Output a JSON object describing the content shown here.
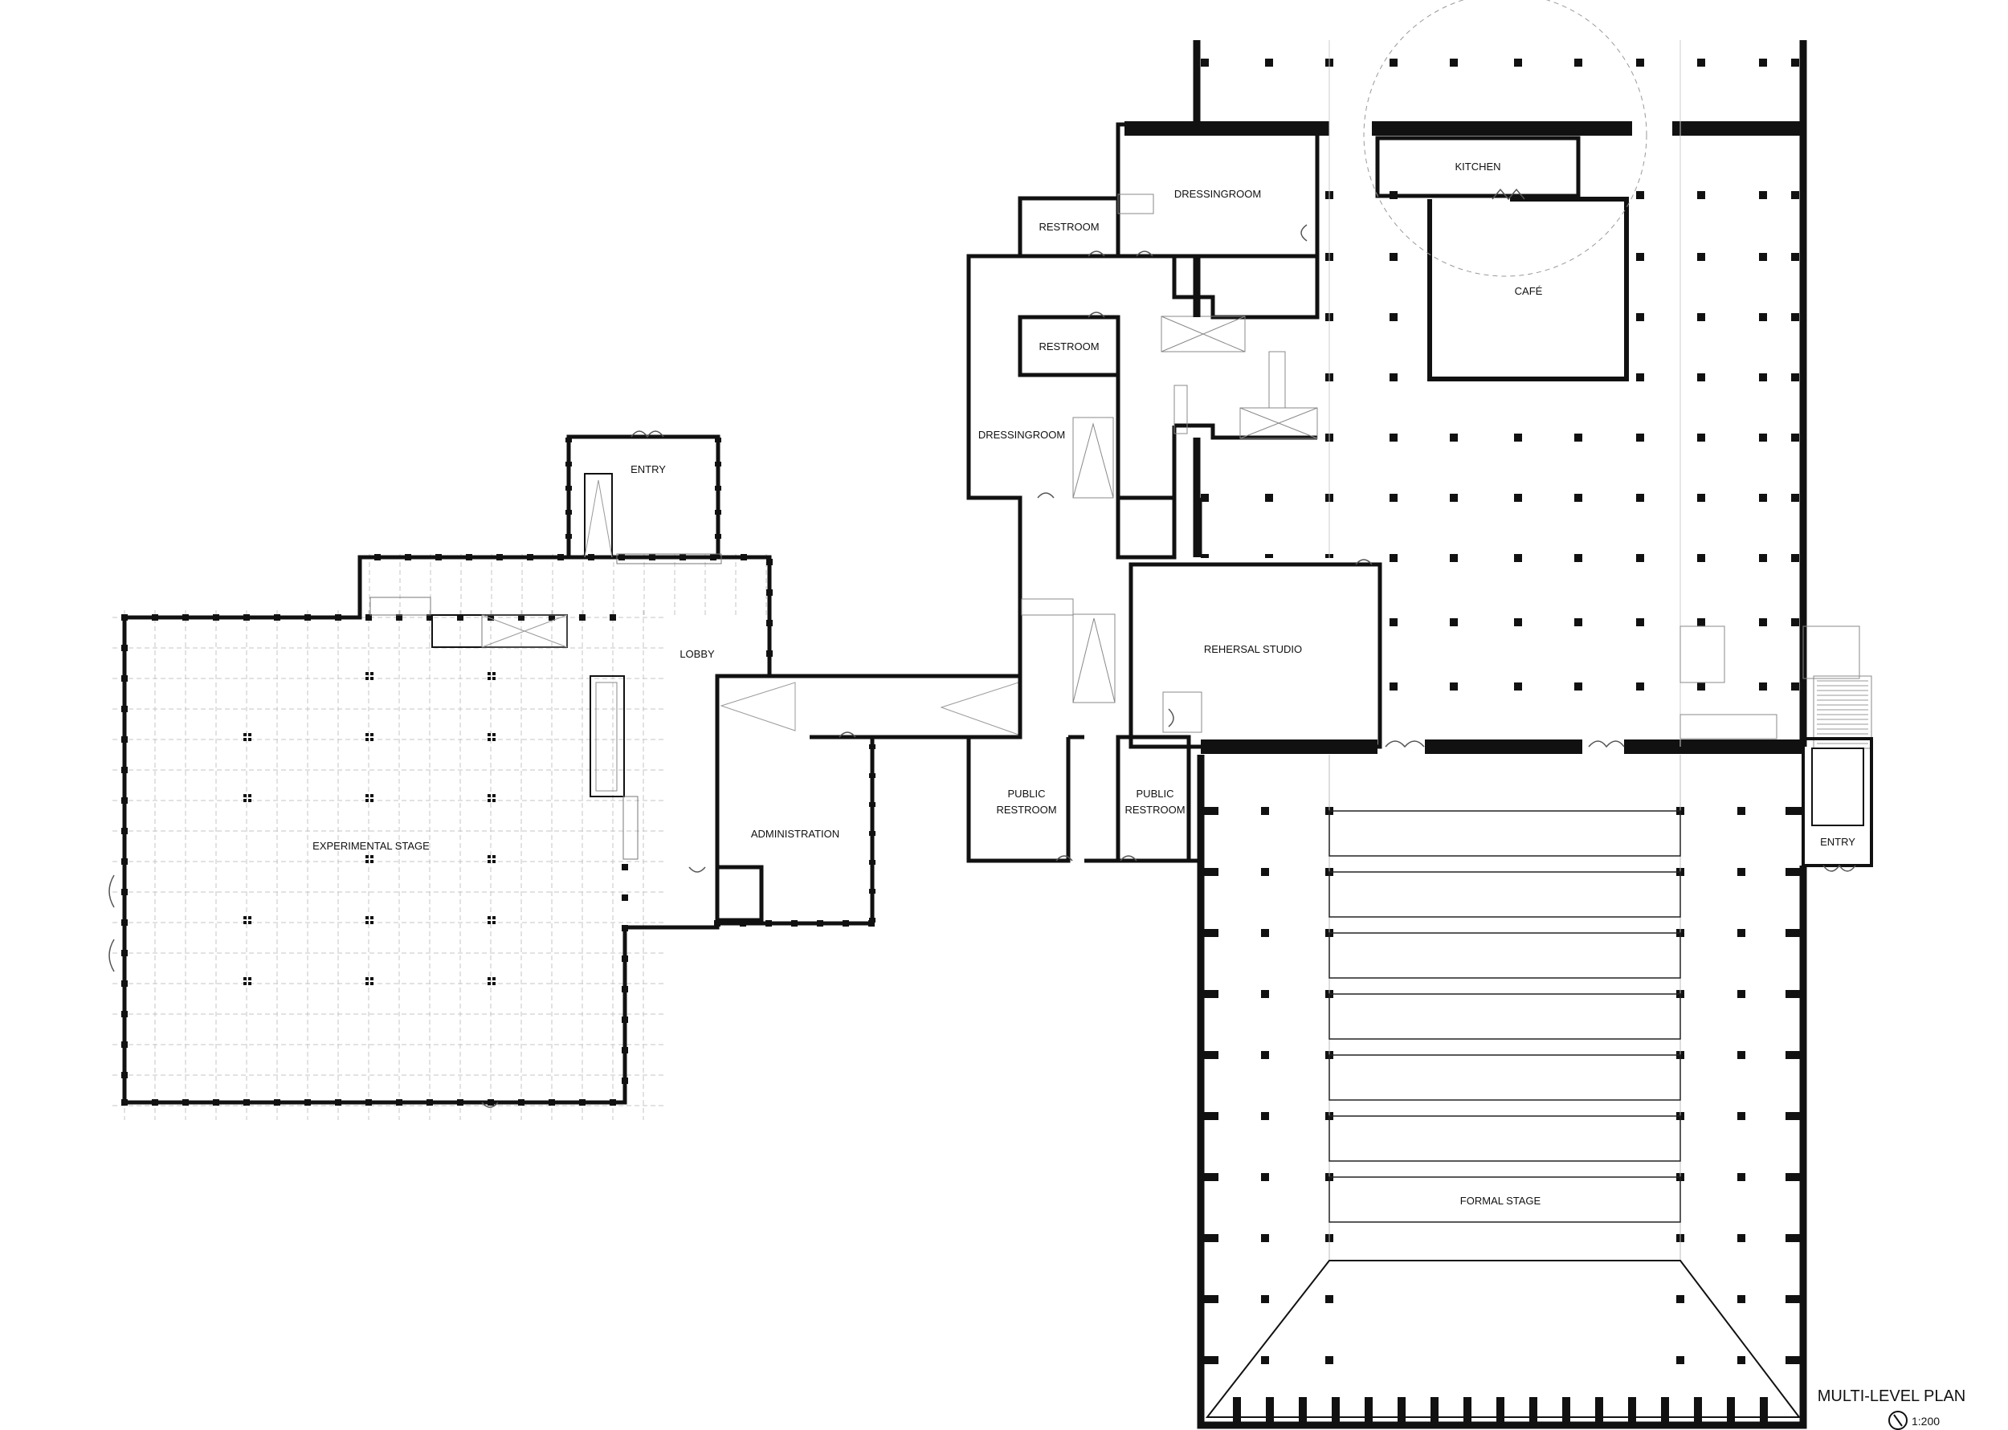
{
  "plan": {
    "title": "MULTI-LEVEL PLAN",
    "scale": "1:200",
    "north_arrow_icon": "north-arrow-icon",
    "rooms": {
      "kitchen": "KITCHEN",
      "dressingroom_upper": "DRESSINGROOM",
      "restroom_upper": "RESTROOM",
      "cafe": "CAFÉ",
      "restroom_lower": "RESTROOM",
      "dressingroom_lower": "DRESSINGROOM",
      "entry_left": "ENTRY",
      "lobby": "LOBBY",
      "rehearsal_studio": "REHERSAL STUDIO",
      "experimental_stage": "EXPERIMENTAL STAGE",
      "administration": "ADMINISTRATION",
      "public_restroom_a": [
        "PUBLIC",
        "RESTROOM"
      ],
      "public_restroom_b": [
        "PUBLIC",
        "RESTROOM"
      ],
      "entry_right": "ENTRY",
      "formal_stage": "FORMAL STAGE"
    }
  }
}
